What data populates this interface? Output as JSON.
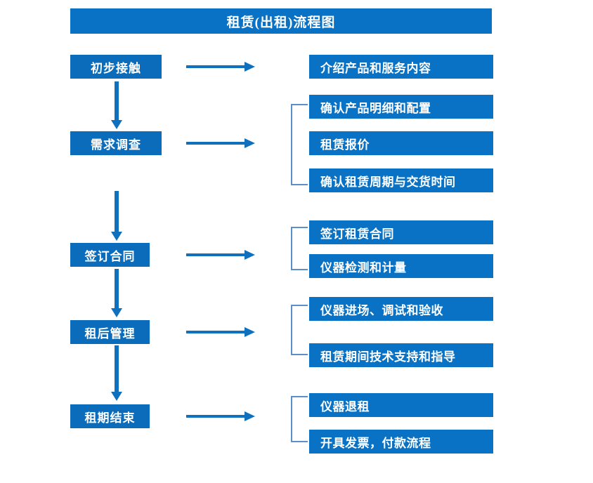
{
  "page": {
    "title": "租赁(出租)流程图",
    "accent_color": "#0a72c4",
    "stage_color": "#0a6cbb",
    "arrow_color": "#0f70bd",
    "bracket_color": "#5b8fc9",
    "background_color": "#ffffff"
  },
  "stages": [
    {
      "label": "初步接触",
      "details": [
        "介绍产品和服务内容"
      ]
    },
    {
      "label": "需求调查",
      "details": [
        "确认产品明细和配置",
        "租赁报价",
        "确认租赁周期与交货时间"
      ]
    },
    {
      "label": "签订合同",
      "details": [
        "签订租赁合同",
        "仪器检测和计量"
      ]
    },
    {
      "label": "租后管理",
      "details": [
        "仪器进场、调试和验收",
        "租赁期间技术支持和指导"
      ]
    },
    {
      "label": "租期结束",
      "details": [
        "仪器退租",
        "开具发票，付款流程"
      ]
    }
  ],
  "detail_boxes": [
    {
      "text": "介绍产品和服务内容"
    },
    {
      "text": "确认产品明细和配置"
    },
    {
      "text": "租赁报价"
    },
    {
      "text": "确认租赁周期与交货时间"
    },
    {
      "text": "签订租赁合同"
    },
    {
      "text": "仪器检测和计量"
    },
    {
      "text": "仪器进场、调试和验收"
    },
    {
      "text": "租赁期间技术支持和指导"
    },
    {
      "text": "仪器退租"
    },
    {
      "text": "开具发票，付款流程"
    }
  ],
  "stage_boxes": [
    {
      "text": "初步接触"
    },
    {
      "text": "需求调查"
    },
    {
      "text": "签订合同"
    },
    {
      "text": "租后管理"
    },
    {
      "text": "租期结束"
    }
  ]
}
